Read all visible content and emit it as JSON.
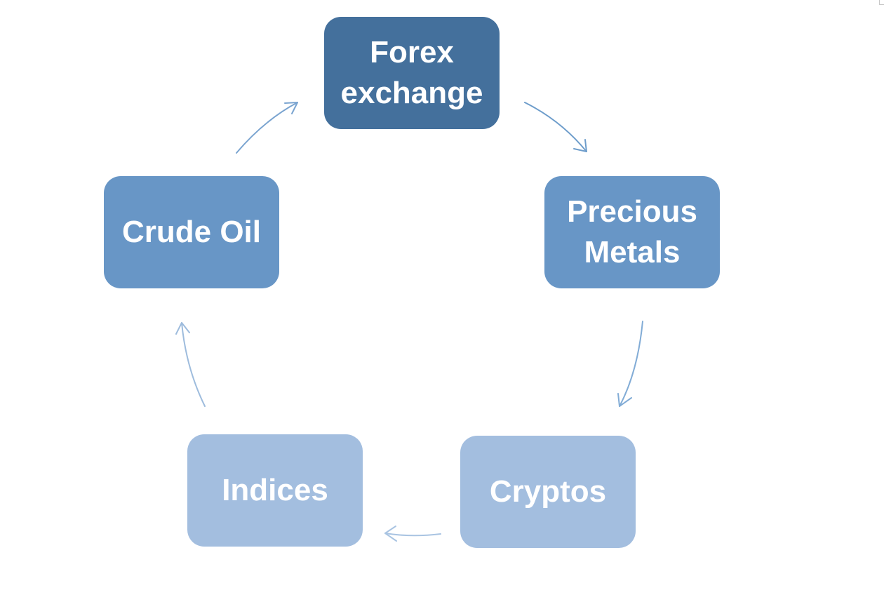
{
  "diagram": {
    "type": "cycle",
    "nodes": [
      {
        "id": "forex",
        "label": "Forex\nexchange",
        "color": "#44709C"
      },
      {
        "id": "metals",
        "label": "Precious\nMetals",
        "color": "#6896C6"
      },
      {
        "id": "cryptos",
        "label": "Cryptos",
        "color": "#A3BEDF"
      },
      {
        "id": "indices",
        "label": "Indices",
        "color": "#A3BEDF"
      },
      {
        "id": "crude",
        "label": "Crude Oil",
        "color": "#6896C6"
      }
    ],
    "edges": [
      {
        "from": "forex",
        "to": "metals",
        "color": "#6E9DCB"
      },
      {
        "from": "metals",
        "to": "cryptos",
        "color": "#82ACD6"
      },
      {
        "from": "cryptos",
        "to": "indices",
        "color": "#A9C4E2"
      },
      {
        "from": "indices",
        "to": "crude",
        "color": "#9EBCDD"
      },
      {
        "from": "crude",
        "to": "forex",
        "color": "#7AA4D0"
      }
    ]
  }
}
